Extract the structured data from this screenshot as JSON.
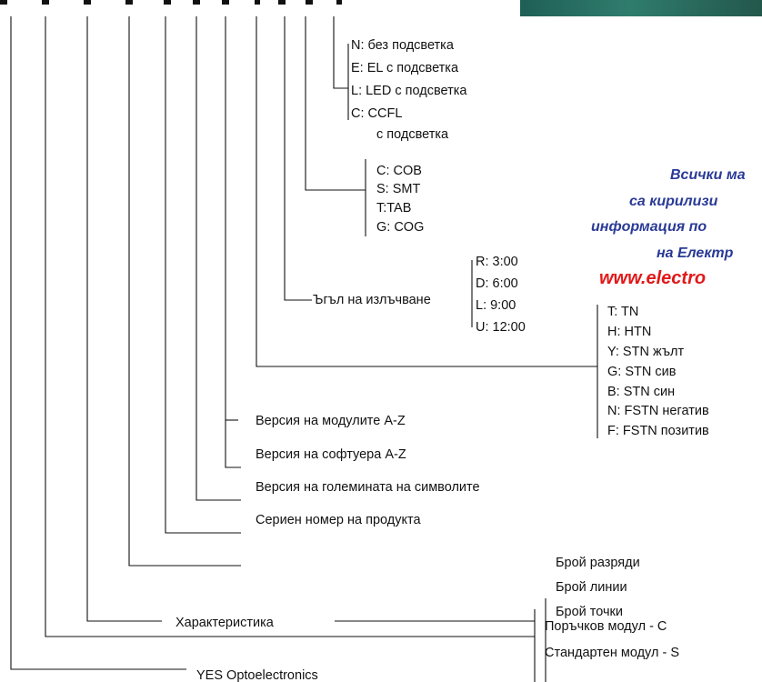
{
  "backlight": {
    "options": [
      "N: без подсветка",
      "E: EL с подсветка",
      "L: LED с подсветка",
      "C: CCFL",
      "с подсветка"
    ]
  },
  "packaging": {
    "options": [
      "C: COB",
      "S: SMT",
      "T:TAB",
      "G: COG"
    ]
  },
  "viewing_angle": {
    "label": "Ъгъл на излъчване",
    "options": [
      "R: 3:00",
      "D: 6:00",
      "L: 9:00",
      "U: 12:00"
    ]
  },
  "lcd_type": {
    "options": [
      "T: TN",
      "H: HTN",
      "Y: STN жълт",
      "G: STN сив",
      "B: STN син",
      "N: FSTN негатив",
      "F: FSTN позитив"
    ]
  },
  "labels": {
    "module_version": "Версия на модулите A-Z",
    "software_version": "Версия на софтуера A-Z",
    "symbol_size_version": "Версия на големината на символите",
    "serial_number": "Сериен номер на продукта",
    "characteristic": "Характеристика",
    "manufacturer": "YES Optoelectronics"
  },
  "characteristic_options": [
    "Брой разряди",
    "Брой линии",
    "Брой точки"
  ],
  "module_types": [
    "Поръчков модул - C",
    "Стандартен модул - S"
  ],
  "note": {
    "lines": [
      "Всички ма",
      "са кирилизи",
      "информация по",
      "на Електр"
    ],
    "url": "www.electro",
    "text_color": "#2a3a96",
    "url_color": "#e21818"
  }
}
